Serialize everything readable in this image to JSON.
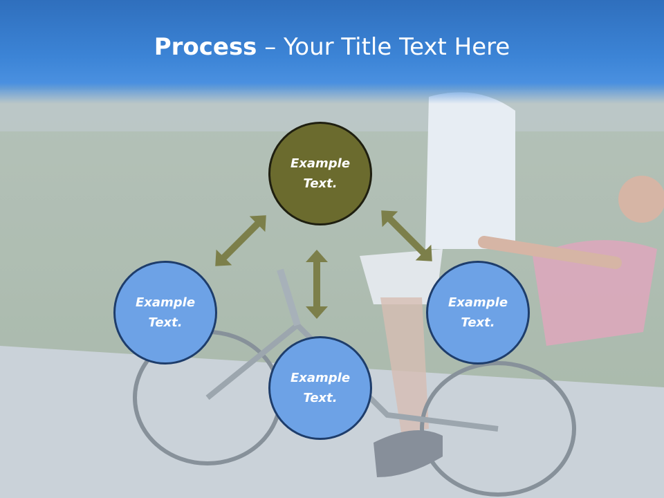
{
  "title": {
    "bold": "Process",
    "rest": " – Your Title Text Here"
  },
  "nodes": {
    "top": {
      "text": "Example Text."
    },
    "left": {
      "text": "Example Text."
    },
    "right": {
      "text": "Example Text."
    },
    "bottom": {
      "text": "Example Text."
    }
  },
  "colors": {
    "title_band": "#3c84d6",
    "node_blue": "#6da2e6",
    "node_olive": "#6b6b2e",
    "arrow": "#7c7f4a"
  },
  "background_image": "couple-on-bicycle-photo"
}
